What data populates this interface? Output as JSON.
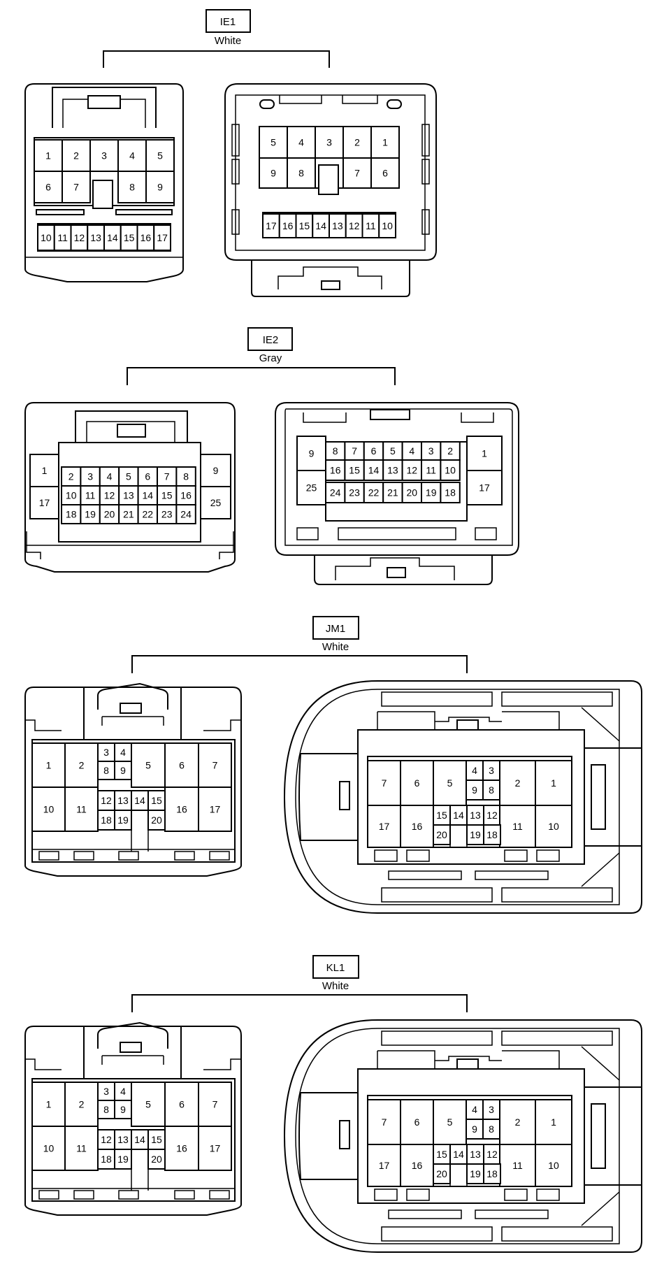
{
  "connectors": [
    {
      "code": "IE1",
      "color": "White",
      "left_pins": [
        "1",
        "2",
        "3",
        "4",
        "5",
        "6",
        "7",
        "8",
        "9",
        "10",
        "11",
        "12",
        "13",
        "14",
        "15",
        "16",
        "17"
      ],
      "right_pins": [
        "5",
        "4",
        "3",
        "2",
        "1",
        "9",
        "8",
        "7",
        "6",
        "17",
        "16",
        "15",
        "14",
        "13",
        "12",
        "11",
        "10"
      ]
    },
    {
      "code": "IE2",
      "color": "Gray",
      "left_pins": [
        "1",
        "2",
        "3",
        "4",
        "5",
        "6",
        "7",
        "8",
        "9",
        "17",
        "10",
        "11",
        "12",
        "13",
        "14",
        "15",
        "16",
        "25",
        "18",
        "19",
        "20",
        "21",
        "22",
        "23",
        "24"
      ],
      "right_pins": [
        "9",
        "8",
        "7",
        "6",
        "5",
        "4",
        "3",
        "2",
        "1",
        "25",
        "16",
        "15",
        "14",
        "13",
        "12",
        "11",
        "10",
        "17",
        "24",
        "23",
        "22",
        "21",
        "20",
        "19",
        "18"
      ]
    },
    {
      "code": "JM1",
      "color": "White",
      "left_pins": [
        "1",
        "2",
        "3",
        "4",
        "5",
        "6",
        "7",
        "8",
        "9",
        "10",
        "11",
        "12",
        "13",
        "14",
        "15",
        "16",
        "17",
        "18",
        "19",
        "20"
      ],
      "right_pins": [
        "7",
        "6",
        "5",
        "4",
        "3",
        "2",
        "1",
        "9",
        "8",
        "17",
        "16",
        "15",
        "14",
        "13",
        "12",
        "11",
        "10",
        "20",
        "19",
        "18"
      ]
    },
    {
      "code": "KL1",
      "color": "White",
      "left_pins": [
        "1",
        "2",
        "3",
        "4",
        "5",
        "6",
        "7",
        "8",
        "9",
        "10",
        "11",
        "12",
        "13",
        "14",
        "15",
        "16",
        "17",
        "18",
        "19",
        "20"
      ],
      "right_pins": [
        "7",
        "6",
        "5",
        "4",
        "3",
        "2",
        "1",
        "9",
        "8",
        "17",
        "16",
        "15",
        "14",
        "13",
        "12",
        "11",
        "10",
        "20",
        "19",
        "18"
      ]
    }
  ]
}
